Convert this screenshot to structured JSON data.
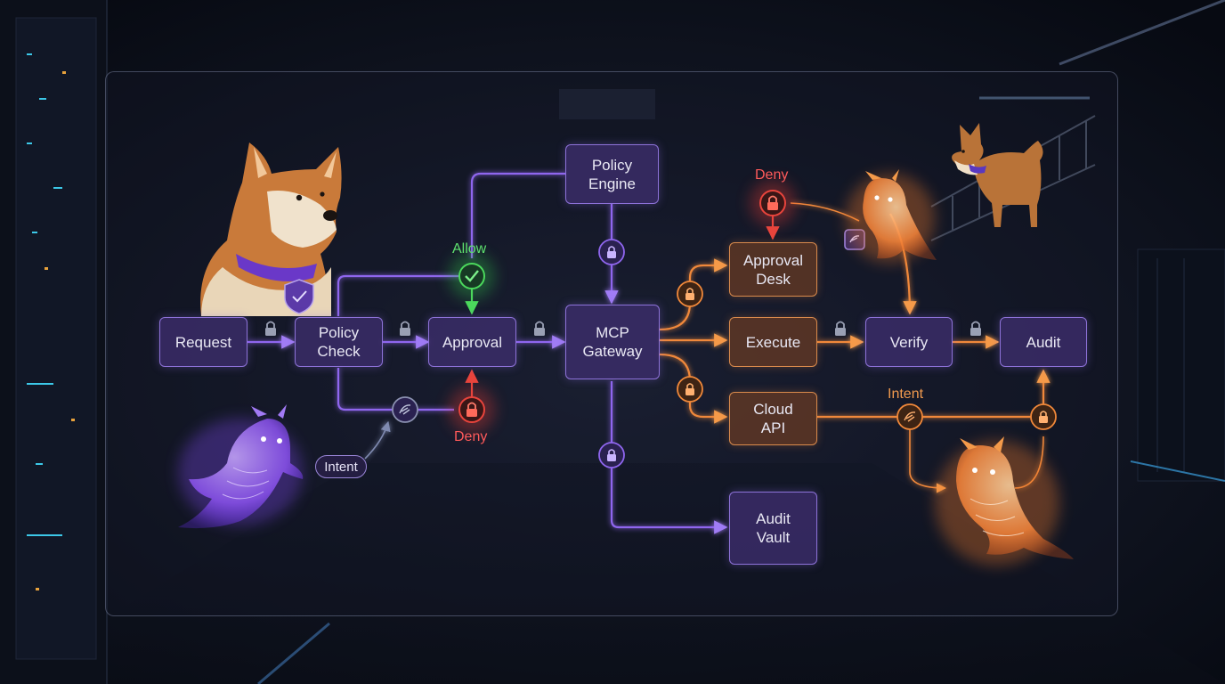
{
  "nodes": {
    "request": "Request",
    "policy_check": "Policy\nCheck",
    "approval": "Approval",
    "policy_engine": "Policy\nEngine",
    "mcp_gateway": "MCP\nGateway",
    "approval_desk": "Approval\nDesk",
    "execute": "Execute",
    "cloud_api": "Cloud\nAPI",
    "verify": "Verify",
    "audit": "Audit",
    "audit_vault": "Audit\nVault"
  },
  "labels": {
    "allow": "Allow",
    "deny_left": "Deny",
    "deny_top": "Deny",
    "intent_left": "Intent",
    "intent_right": "Intent"
  },
  "colors": {
    "purple_flow": "#8f66ee",
    "orange_flow": "#f0883a",
    "allow": "#4bd85c",
    "deny": "#e8443c"
  },
  "icons": [
    "lock-icon",
    "check-icon",
    "intent-icon",
    "shield-icon",
    "dog-figure",
    "ghost-figure"
  ]
}
